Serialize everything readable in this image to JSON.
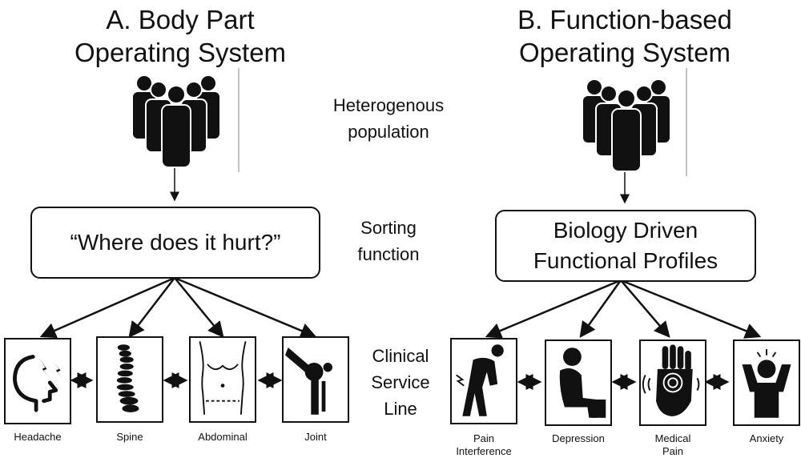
{
  "left": {
    "title_line1": "A. Body Part",
    "title_line2": "Operating System",
    "box_text": "“Where does it hurt?”",
    "items": [
      {
        "label": "Headache",
        "icon": "headache-icon"
      },
      {
        "label": "Spine",
        "icon": "spine-icon"
      },
      {
        "label": "Abdominal",
        "icon": "abdomen-icon"
      },
      {
        "label": "Joint",
        "icon": "knee-joint-icon"
      }
    ]
  },
  "right": {
    "title_line1": "B. Function-based",
    "title_line2": "Operating System",
    "box_line1": "Biology Driven",
    "box_line2": "Functional Profiles",
    "items": [
      {
        "label_line1": "Pain",
        "label_line2": "Interference",
        "icon": "pain-interference-icon"
      },
      {
        "label_line1": "Depression",
        "label_line2": "",
        "icon": "depression-icon"
      },
      {
        "label_line1": "Medical",
        "label_line2": "Pain",
        "icon": "medical-pain-icon"
      },
      {
        "label_line1": "Anxiety",
        "label_line2": "",
        "icon": "anxiety-icon"
      }
    ]
  },
  "middle": {
    "row1_line1": "Heterogenous",
    "row1_line2": "population",
    "row2_line1": "Sorting",
    "row2_line2": "function",
    "row3_line1": "Clinical",
    "row3_line2": "Service",
    "row3_line3": "Line"
  },
  "icons": {
    "population_left": "crowd-icon",
    "population_right": "crowd-icon"
  }
}
